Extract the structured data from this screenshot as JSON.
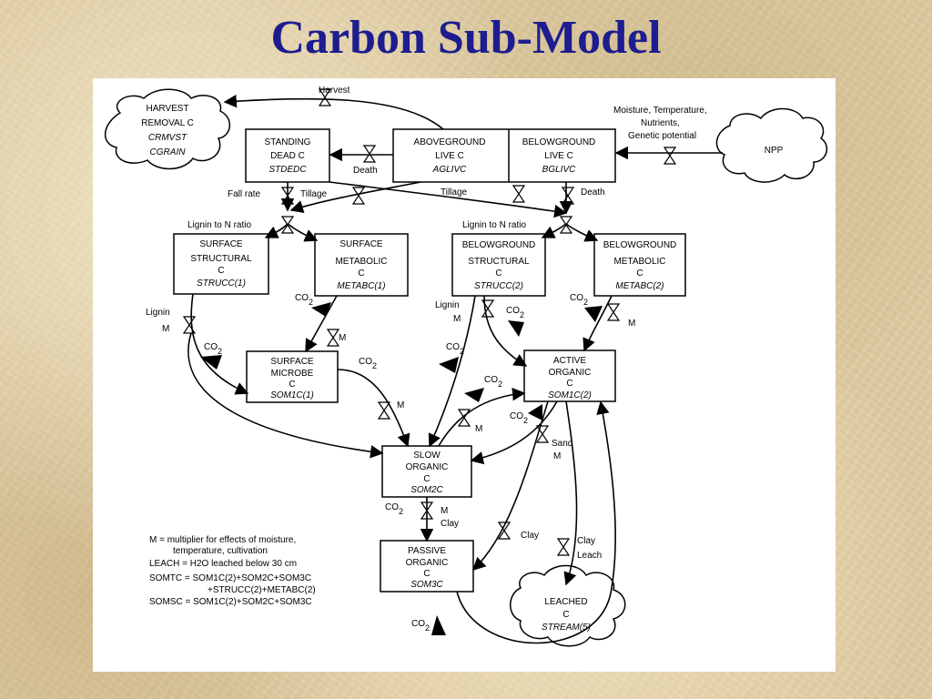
{
  "title": "Carbon Sub-Model",
  "clouds": {
    "harvest": [
      "HARVEST",
      "REMOVAL C",
      "CRMVST",
      "CGRAIN"
    ],
    "npp": "NPP",
    "leached": [
      "LEACHED",
      "C",
      "STREAM(5)"
    ]
  },
  "boxes": {
    "standing": [
      "STANDING",
      "DEAD C",
      "STDEDC"
    ],
    "aboveground": [
      "ABOVEGROUND",
      "LIVE C",
      "AGLIVC"
    ],
    "belowground_live": [
      "BELOWGROUND",
      "LIVE C",
      "BGLIVC"
    ],
    "surface_structural": [
      "SURFACE",
      "STRUCTURAL",
      "C",
      "STRUCC(1)"
    ],
    "surface_metabolic": [
      "SURFACE",
      "METABOLIC",
      "C",
      "METABC(1)"
    ],
    "bg_structural": [
      "BELOWGROUND",
      "STRUCTURAL",
      "C",
      "STRUCC(2)"
    ],
    "bg_metabolic": [
      "BELOWGROUND",
      "METABOLIC",
      "C",
      "METABC(2)"
    ],
    "surface_microbe": [
      "SURFACE",
      "MICROBE",
      "C",
      "SOM1C(1)"
    ],
    "active": [
      "ACTIVE",
      "ORGANIC",
      "C",
      "SOM1C(2)"
    ],
    "slow": [
      "SLOW",
      "ORGANIC",
      "C",
      "SOM2C"
    ],
    "passive": [
      "PASSIVE",
      "ORGANIC",
      "C",
      "SOM3C"
    ]
  },
  "labels": {
    "harvest": "Harvest",
    "npp_factors": [
      "Moisture, Temperature,",
      "Nutrients,",
      "Genetic potential"
    ],
    "death": "Death",
    "fall_rate": "Fall rate",
    "tillage": "Tillage",
    "lignin_n_ratio": "Lignin to N ratio",
    "lignin": "Lignin",
    "m": "M",
    "co2": "CO",
    "co2_sub": "2",
    "sand": "Sand",
    "clay": "Clay",
    "leach": "Leach"
  },
  "legend": [
    "M = multiplier for effects of moisture,",
    "temperature, cultivation",
    "LEACH = H2O leached below 30 cm",
    "SOMTC = SOM1C(2)+SOM2C+SOM3C",
    "+STRUCC(2)+METABC(2)",
    "SOMSC = SOM1C(2)+SOM2C+SOM3C"
  ]
}
